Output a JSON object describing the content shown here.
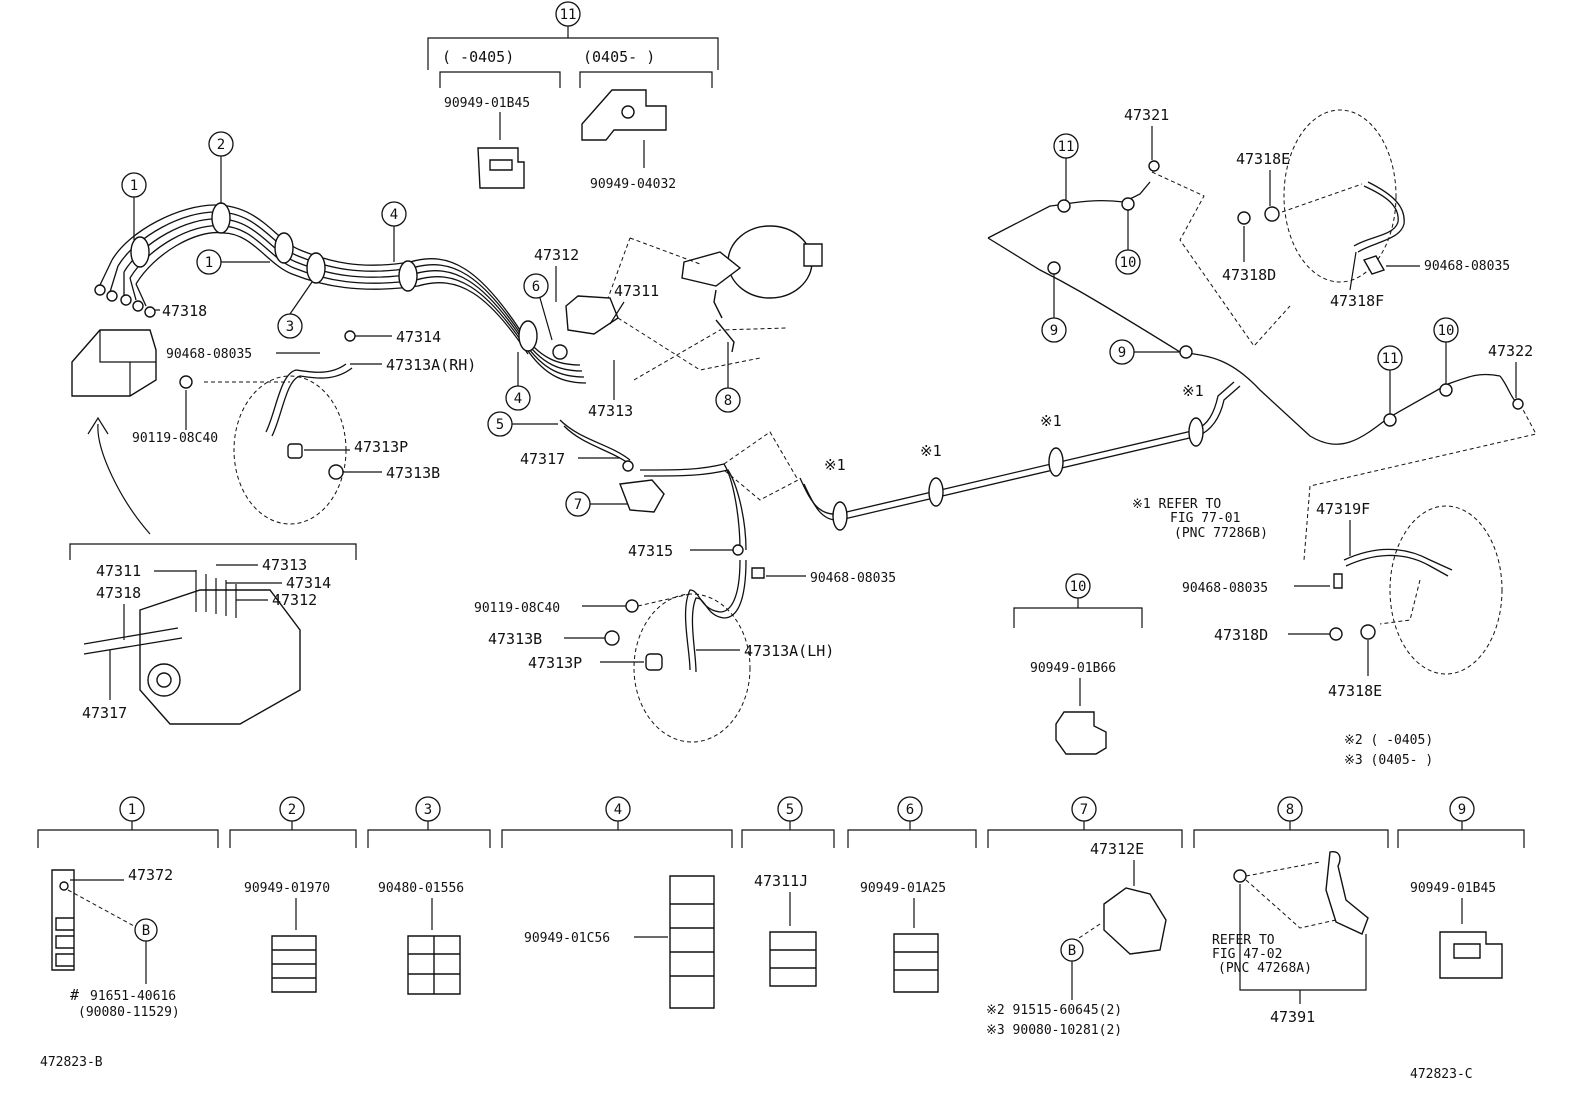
{
  "callouts": {
    "c1": "1",
    "c2": "2",
    "c3": "3",
    "c4": "4",
    "c5": "5",
    "c6": "6",
    "c7": "7",
    "c8": "8",
    "c9": "9",
    "c10": "10",
    "c11": "11"
  },
  "top_group": {
    "range_before": "(    -0405)",
    "range_after": "(0405-    )",
    "part_a": "90949-01B45",
    "part_b": "90949-04032"
  },
  "left_labels": {
    "p47318": "47318",
    "p47314": "47314",
    "p90468_rh": "90468-08035",
    "p47313a_rh": "47313A(RH)",
    "p90119_rh": "90119-08C40",
    "p47313p_rh": "47313P",
    "p47313b_rh": "47313B"
  },
  "actuator_labels": {
    "p47311": "47311",
    "p47313": "47313",
    "p47314": "47314",
    "p47318": "47318",
    "p47312": "47312",
    "p47317": "47317"
  },
  "center_labels": {
    "p47312": "47312",
    "p47311": "47311",
    "p47313": "47313",
    "p47317": "47317",
    "p47315": "47315",
    "p90468_lh": "90468-08035",
    "p90119_lh": "90119-08C40",
    "p47313b_lh": "47313B",
    "p47313p_lh": "47313P",
    "p47313a_lh": "47313A(LH)"
  },
  "right_labels": {
    "p47321": "47321",
    "p47318e_top": "47318E",
    "p47318d_top": "47318D",
    "p90468_top": "90468-08035",
    "p47318f": "47318F",
    "p47322": "47322",
    "p47319f": "47319F",
    "p90468_bot": "90468-08035",
    "p47318d_bot": "47318D",
    "p47318e_bot": "47318E"
  },
  "notes": {
    "ref_star": "※1",
    "ref_line1": "※1 REFER TO",
    "ref_line2": "FIG 77-01",
    "ref_line3": "(PNC 77286B)",
    "range_note1": "※2 (    -0405)",
    "range_note2": "※3 (0405-    )",
    "group10_part": "90949-01B66"
  },
  "bottom_row": {
    "g1_part": "47372",
    "g1_b": "B",
    "g1_hash": "#",
    "g1_bolt": "91651-40616",
    "g1_bolt_alt": "(90080-11529)",
    "g2_part": "90949-01970",
    "g3_part": "90480-01556",
    "g4_part": "90949-01C56",
    "g5_part": "47311J",
    "g6_part": "90949-01A25",
    "g7_part": "47312E",
    "g7_b": "B",
    "g7_bolt1": "※2 91515-60645(2)",
    "g7_bolt2": "※3 90080-10281(2)",
    "g8_ref1": "REFER TO",
    "g8_ref2": "FIG 47-02",
    "g8_ref3": "(PNC 47268A)",
    "g8_part": "47391",
    "g9_part": "90949-01B45"
  },
  "footer": {
    "left_code": "472823-B",
    "right_code": "472823-C"
  }
}
